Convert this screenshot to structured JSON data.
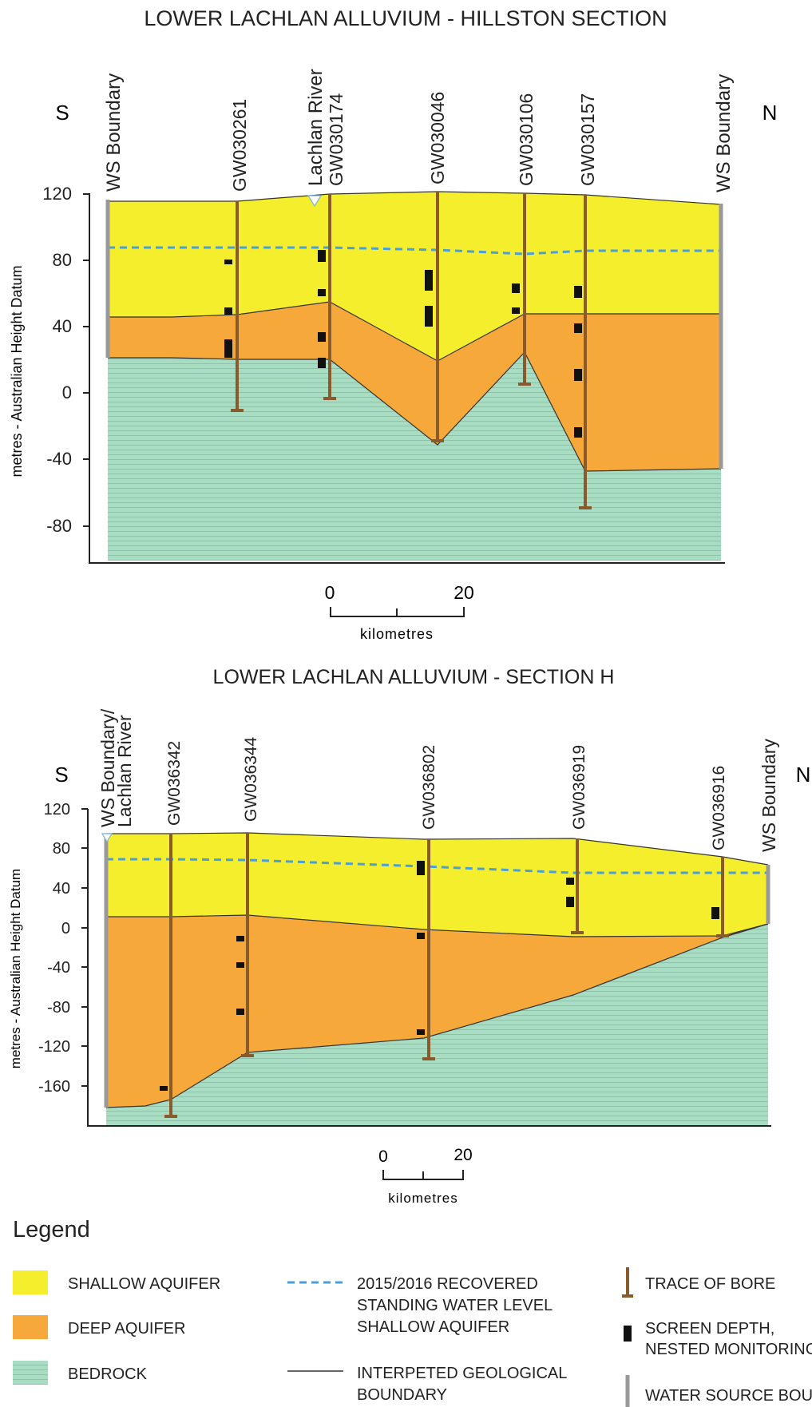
{
  "section1": {
    "title": "LOWER LACHLAN ALLUVIUM - HILLSTON SECTION",
    "south_label": "S",
    "north_label": "N",
    "ylabel": "metres - Australian Height Datum",
    "yticks": [
      120,
      80,
      40,
      0,
      -40,
      -80
    ],
    "top_labels": [
      "WS Boundary",
      "GW030261",
      "Lachlan River",
      "GW030174",
      "GW030046",
      "GW030106",
      "GW030157",
      "WS Boundary"
    ],
    "scale": {
      "start": "0",
      "end": "20",
      "unit": "kilometres"
    }
  },
  "section2": {
    "title": "LOWER LACHLAN ALLUVIUM - SECTION H",
    "south_label": "S",
    "north_label": "N",
    "ylabel": "metres - Australian Height Datum",
    "yticks": [
      120,
      80,
      40,
      0,
      -40,
      -80,
      -120,
      -160
    ],
    "top_labels": [
      "WS Boundary/",
      "Lachlan River",
      "GW036342",
      "GW036344",
      "GW036802",
      "GW036919",
      "GW036916",
      "WS Boundary"
    ],
    "scale": {
      "start": "0",
      "end": "20",
      "unit": "kilometres"
    }
  },
  "legend": {
    "title": "Legend",
    "items": [
      {
        "label": "SHALLOW AQUIFER"
      },
      {
        "label": "DEEP AQUIFER"
      },
      {
        "label": "BEDROCK"
      },
      {
        "label_lines": [
          "2015/2016 RECOVERED",
          "STANDING WATER LEVEL",
          "SHALLOW AQUIFER"
        ]
      },
      {
        "label_lines": [
          "INTERPETED GEOLOGICAL",
          "BOUNDARY"
        ]
      },
      {
        "label": "TRACE OF BORE"
      },
      {
        "label_lines": [
          "SCREEN DEPTH,",
          "NESTED MONITORING"
        ]
      },
      {
        "label": "WATER SOURCE BOUN"
      }
    ]
  },
  "colors": {
    "shallow": "#f4ee2c",
    "deep": "#f6a93a",
    "bedrock": "#a8dcc3",
    "bore": "#8b5a2b",
    "water_level": "#4a9fd8",
    "boundary": "#999999"
  }
}
